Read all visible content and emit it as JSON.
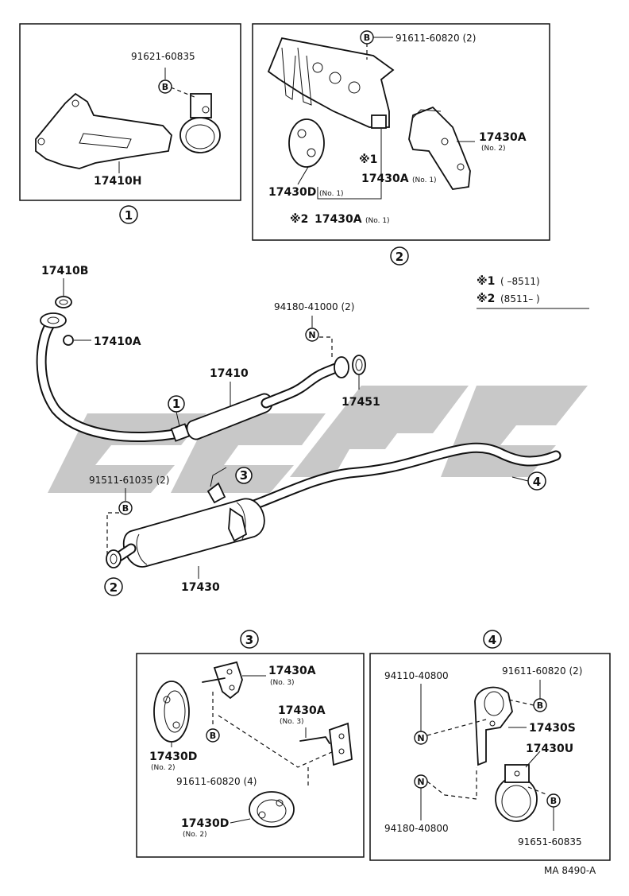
{
  "watermark": "ССЭК",
  "panels": {
    "p1": {
      "circle": "1",
      "labels": {
        "bolt": "91621-60835",
        "bracket": "17410H"
      },
      "tag": "B"
    },
    "p2": {
      "circle": "2",
      "labels": {
        "bolt": "91611-60820 (2)",
        "hanger_no2": "17430A",
        "hanger_no2_sub": "(No. 2)",
        "note1_mark": "※1",
        "hanger_no1": "17430A",
        "hanger_no1_sub": "(No. 1)",
        "cushion": "17430D",
        "cushion_sub": "(No. 1)",
        "note2_mark": "※2",
        "hanger_no1_b": "17430A",
        "hanger_no1_b_sub": "(No. 1)"
      },
      "tag": "B"
    },
    "p3": {
      "circle": "3",
      "labels": {
        "hanger_a": "17430A",
        "hanger_a_sub": "(No. 3)",
        "hanger_b": "17430A",
        "hanger_b_sub": "(No. 3)",
        "cushion_a": "17430D",
        "cushion_a_sub": "(No. 2)",
        "bolt": "91611-60820 (4)",
        "cushion_b": "17430D",
        "cushion_b_sub": "(No. 2)"
      },
      "tag": "B"
    },
    "p4": {
      "circle": "4",
      "labels": {
        "nut_a": "94110-40800",
        "bolt_a": "91611-60820 (2)",
        "bracket": "17430S",
        "clamp": "17430U",
        "nut_b": "94180-40800",
        "bolt_b": "91651-60835"
      },
      "tags": {
        "n": "N",
        "b": "B"
      }
    }
  },
  "main": {
    "labels": {
      "gasket_top": "17410B",
      "gasket_nut": "17410A",
      "nut": "94180-41000 (2)",
      "center_pipe": "17410",
      "gasket": "17451",
      "bolt": "91511-61035 (2)",
      "tail_pipe": "17430"
    },
    "callouts": {
      "c1": "1",
      "c2": "2",
      "c3": "3",
      "c4": "4"
    },
    "tags": {
      "n": "N",
      "b": "B"
    }
  },
  "notes": {
    "line1_mark": "※1",
    "line1_text": "(        –8511)",
    "line2_mark": "※2",
    "line2_text": "(8511–        )"
  },
  "footer": {
    "code": "MA  8490-A"
  }
}
